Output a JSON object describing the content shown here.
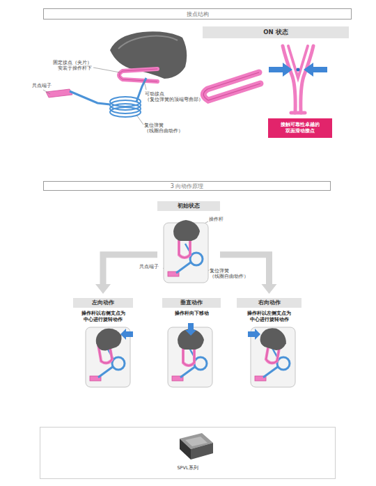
{
  "diagram": {
    "nodes": [
      {
        "text": [
          "接点结构"
        ]
      },
      {
        "text": [
          "ON 状态"
        ]
      },
      {
        "text": [
          "接触可靠性卓越的 双面滑动接点"
        ]
      },
      {
        "text": [
          "3 向动作原理"
        ]
      },
      {
        "text": [
          "初始状态"
        ]
      },
      {
        "text": [
          "左向动作",
          "操作杆以右侧支点为 中心进行旋转动作"
        ]
      },
      {
        "text": [
          "垂直动作",
          "操作杆向下移动"
        ]
      },
      {
        "text": [
          "右向动作",
          "操作杆以左侧支点为 中心进行旋转动作"
        ]
      },
      {
        "text": [
          "SPVL系列"
        ]
      }
    ],
    "edges": [
      {
        "from": 4,
        "to": 5,
        "arrow": "to"
      },
      {
        "from": 4,
        "to": 7,
        "arrow": "to"
      }
    ],
    "labels": [
      "固定接点（夹片） 安装于操作杆下",
      "共点端子",
      "可动接点 （复位弹簧的顶端弯曲部）",
      "复位弹簧 （线圈自由动作）",
      "操作杆",
      "共点端子",
      "复位弹簧 （线圈自由动作）"
    ]
  }
}
